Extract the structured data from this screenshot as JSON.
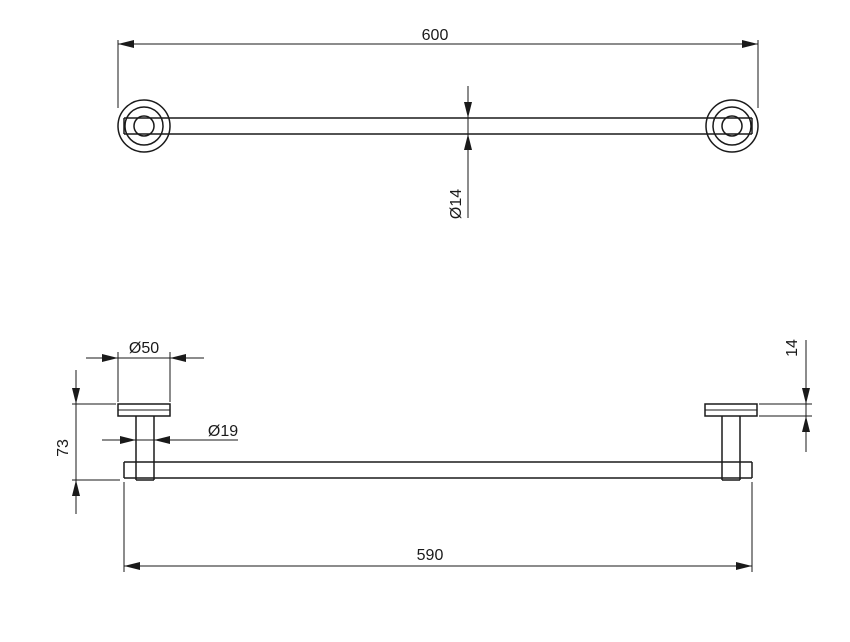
{
  "dimensions": {
    "top_length": "600",
    "tube_diameter_top": "Ø14",
    "base_diameter": "Ø50",
    "post_diameter": "Ø19",
    "projection": "73",
    "base_thickness": "14",
    "bottom_length": "590"
  }
}
